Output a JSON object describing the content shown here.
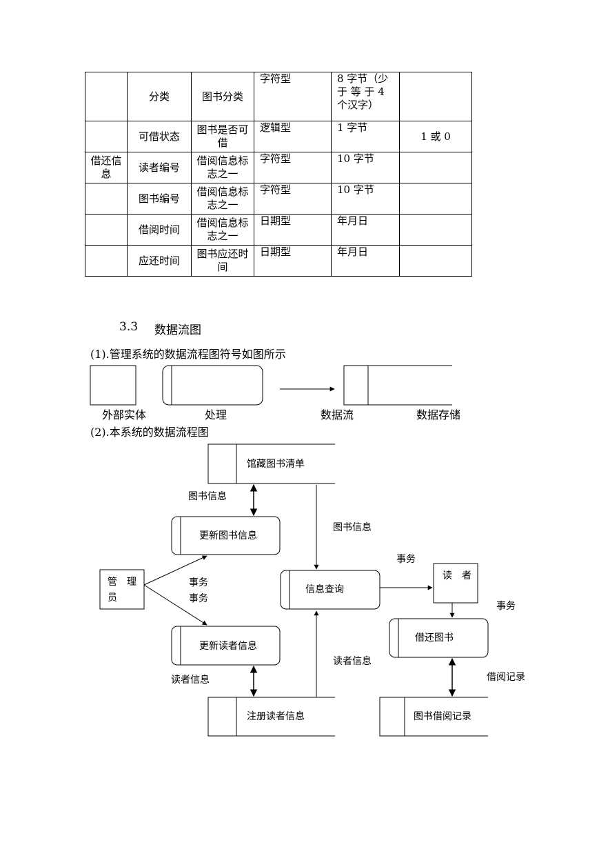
{
  "table": {
    "rows": [
      [
        "",
        "分类",
        "图书分类",
        "字符型",
        "8 字节（少于 等 于 4 个汉字）",
        ""
      ],
      [
        "",
        "可借状态",
        "图书是否可借",
        "逻辑型",
        "1 字节",
        "1 或 0"
      ],
      [
        "借还信息",
        "读者编号",
        "借阅信息标志之一",
        "字符型",
        "10 字节",
        ""
      ],
      [
        "",
        "图书编号",
        "借阅信息标志之一",
        "字符型",
        "10 字节",
        ""
      ],
      [
        "",
        "借阅时间",
        "借阅信息标志之一",
        "日期型",
        "年月日",
        ""
      ],
      [
        "",
        "应还时间",
        "图书应还时间",
        "日期型",
        "年月日",
        ""
      ]
    ]
  },
  "section": {
    "number": "3.3",
    "title": "数据流图"
  },
  "legend": {
    "intro": "(1).管理系统的数据流程图符号如图所示",
    "external_entity": "外部实体",
    "process": "处理",
    "data_flow": "数据流",
    "data_store": "数据存储"
  },
  "diagram": {
    "intro": "(2).本系统的数据流程图",
    "stores": {
      "book_list": "馆藏图书清单",
      "reader_register": "注册读者信息",
      "borrow_record": "图书借阅记录"
    },
    "processes": {
      "update_book": "更新图书信息",
      "update_reader": "更新读者信息",
      "query": "信息查询",
      "borrow_return": "借还图书"
    },
    "entities": {
      "admin_a": "管　理",
      "admin_b": "员",
      "reader": "读　者"
    },
    "flows": {
      "book_info_left": "图书信息",
      "book_info_right": "图书信息",
      "affair_1": "事务",
      "affair_2": "事务",
      "affair_3": "事务",
      "affair_4": "事务",
      "reader_info_left": "读者信息",
      "reader_info_right": "读者信息",
      "borrow_log": "借阅记录"
    }
  }
}
